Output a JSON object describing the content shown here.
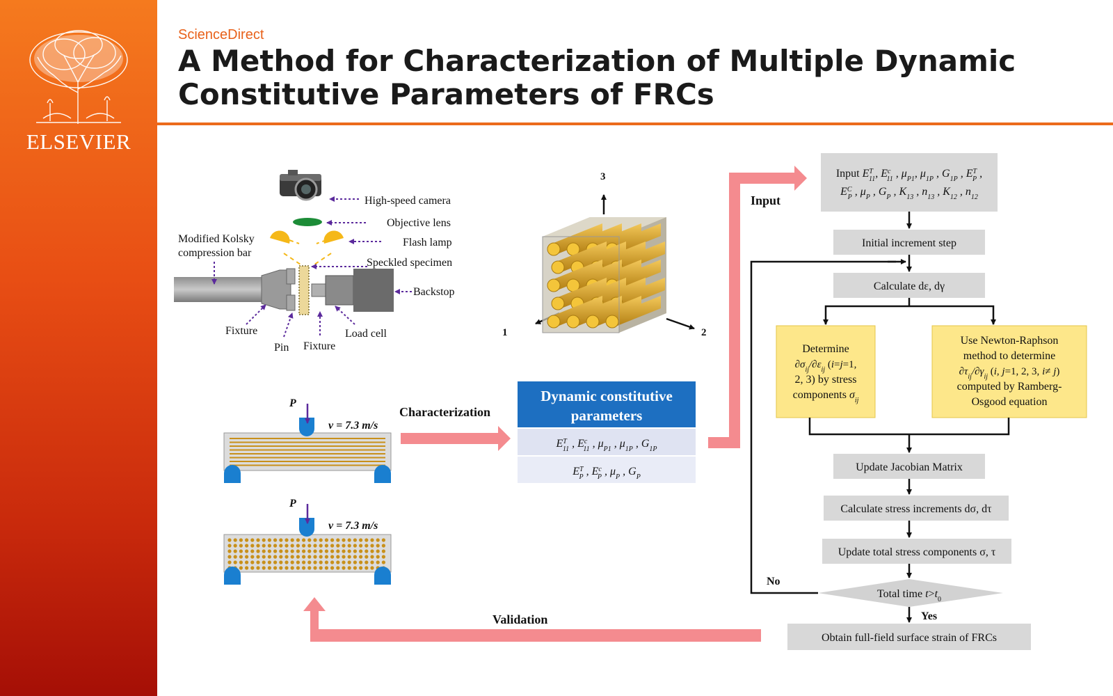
{
  "header": {
    "source": "ScienceDirect",
    "title": "A Method for Characterization of Multiple Dynamic Constitutive Parameters of FRCs"
  },
  "sidebar": {
    "brand": "ELSEVIER",
    "logo_icon": "elsevier-tree-icon"
  },
  "colors": {
    "sidebar_top": "#f57a1e",
    "sidebar_bottom": "#a50f06",
    "accent_rule": "#ec6b1c",
    "flow_box": "#d8d8d8",
    "highlight_box": "#fde78a",
    "param_header": "#1d6fc1",
    "param_row": "#dfe3f2",
    "big_arrow": "#f48b8f",
    "fiber": "#d39b1a"
  },
  "setup": {
    "labels": {
      "camera": "High-speed camera",
      "lens": "Objective lens",
      "lamp": "Flash lamp",
      "specimen": "Speckled specimen",
      "bar_line1": "Modified Kolsky",
      "bar_line2": "compression bar",
      "backstop": "Backstop",
      "fixture_left": "Fixture",
      "pin": "Pin",
      "fixture_right": "Fixture",
      "load_cell": "Load cell"
    }
  },
  "cube": {
    "axis1": "1",
    "axis2": "2",
    "axis3": "3"
  },
  "beams": {
    "load": "P",
    "velocity": "v = 7.3 m/s",
    "characterization": "Characterization",
    "validation": "Validation"
  },
  "params": {
    "header_line1": "Dynamic constitutive",
    "header_line2": "parameters"
  },
  "flowchart": {
    "input_label": "Input",
    "initial": "Initial increment step",
    "calc": "Calculate dε, dγ",
    "determine_line1": "Determine",
    "determine_line3": "2, 3) by stress",
    "newton_line1": "Use Newton-Raphson",
    "newton_line2": "method to determine",
    "newton_line4": "computed by Ramberg-",
    "newton_line5": "Osgood equation",
    "jacobian": "Update Jacobian Matrix",
    "stress_inc": "Calculate stress increments dσ, dτ",
    "update_total": "Update total stress components σ, τ",
    "no": "No",
    "yes": "Yes",
    "obtain": "Obtain full-field surface strain of FRCs"
  }
}
